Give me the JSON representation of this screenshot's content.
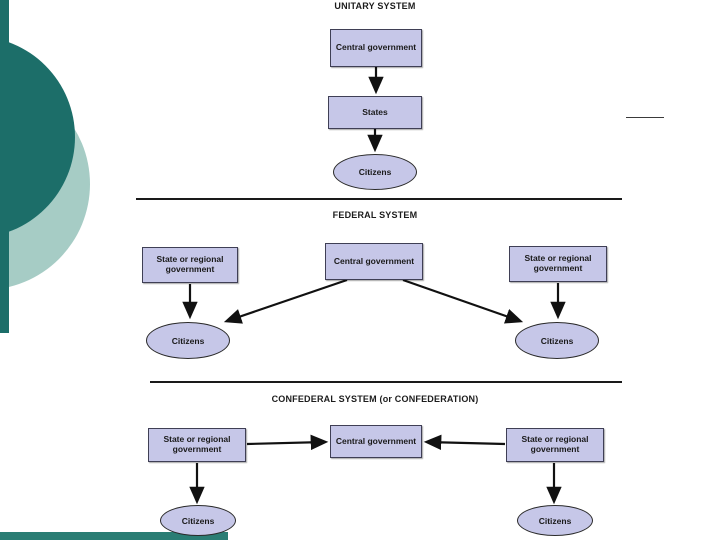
{
  "colors": {
    "box_fill": "#c6c7e8",
    "box_border": "#3f3f55",
    "arrow": "#111111",
    "decor_dark_teal": "#1c6e69",
    "decor_light_teal": "#a6ccc5"
  },
  "sections": {
    "unitary": {
      "title": "UNITARY SYSTEM",
      "central_box": "Central government",
      "states_box": "States",
      "citizens": "Citizens"
    },
    "federal": {
      "title": "FEDERAL SYSTEM",
      "left_box": "State or regional government",
      "central_box": "Central government",
      "right_box": "State or regional government",
      "left_citizens": "Citizens",
      "right_citizens": "Citizens"
    },
    "confederal": {
      "title": "CONFEDERAL SYSTEM (or CONFEDERATION)",
      "left_box": "State or regional government",
      "central_box": "Central government",
      "right_box": "State or regional government",
      "left_citizens": "Citizens",
      "right_citizens": "Citizens"
    }
  }
}
